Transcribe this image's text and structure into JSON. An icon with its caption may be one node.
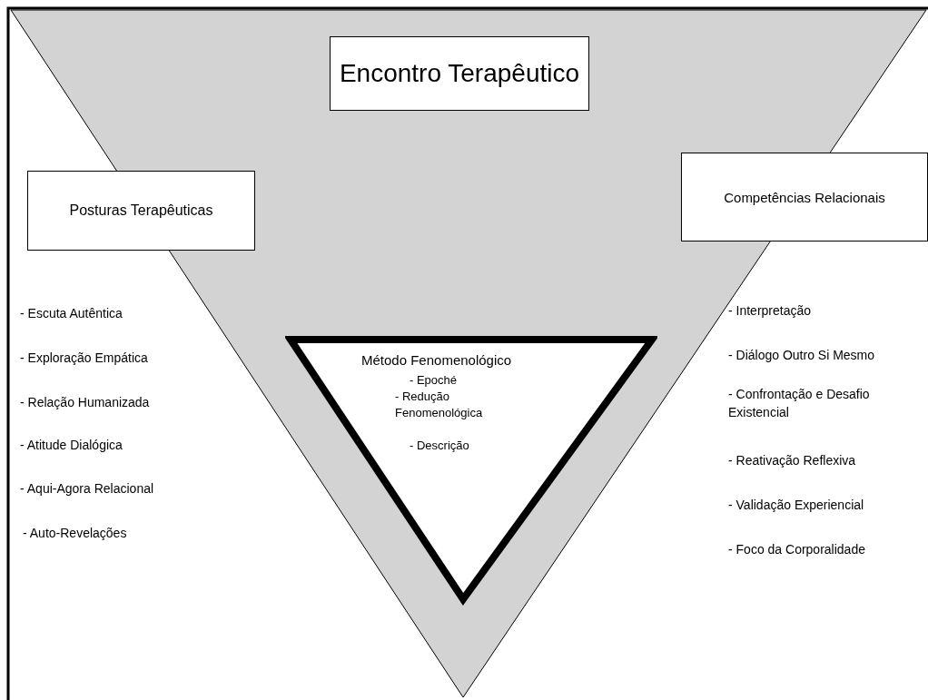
{
  "diagram": {
    "nodes": [
      {
        "text": [
          "Encontro Terapêutico"
        ]
      },
      {
        "text": [
          "Posturas Terapêuticas"
        ]
      },
      {
        "text": [
          "Competências Relacionais"
        ]
      },
      {
        "text": [
          "Método Fenomenológico",
          "- Epoché",
          "- Redução Fenomenológica",
          "- Descrição"
        ]
      }
    ],
    "edges": [],
    "labels": [
      "- Escuta Autêntica",
      "- Exploração Empática",
      "- Relação Humanizada",
      "- Atitude Dialógica",
      "- Aqui-Agora Relacional",
      "- Auto-Revelações",
      "- Interpretação",
      "- Diálogo Outro Si Mesmo",
      "- Confrontação e Desafio Existencial",
      "- Reativação Reflexiva",
      "- Validação Experiencial",
      "- Foco da Corporalidade"
    ]
  }
}
